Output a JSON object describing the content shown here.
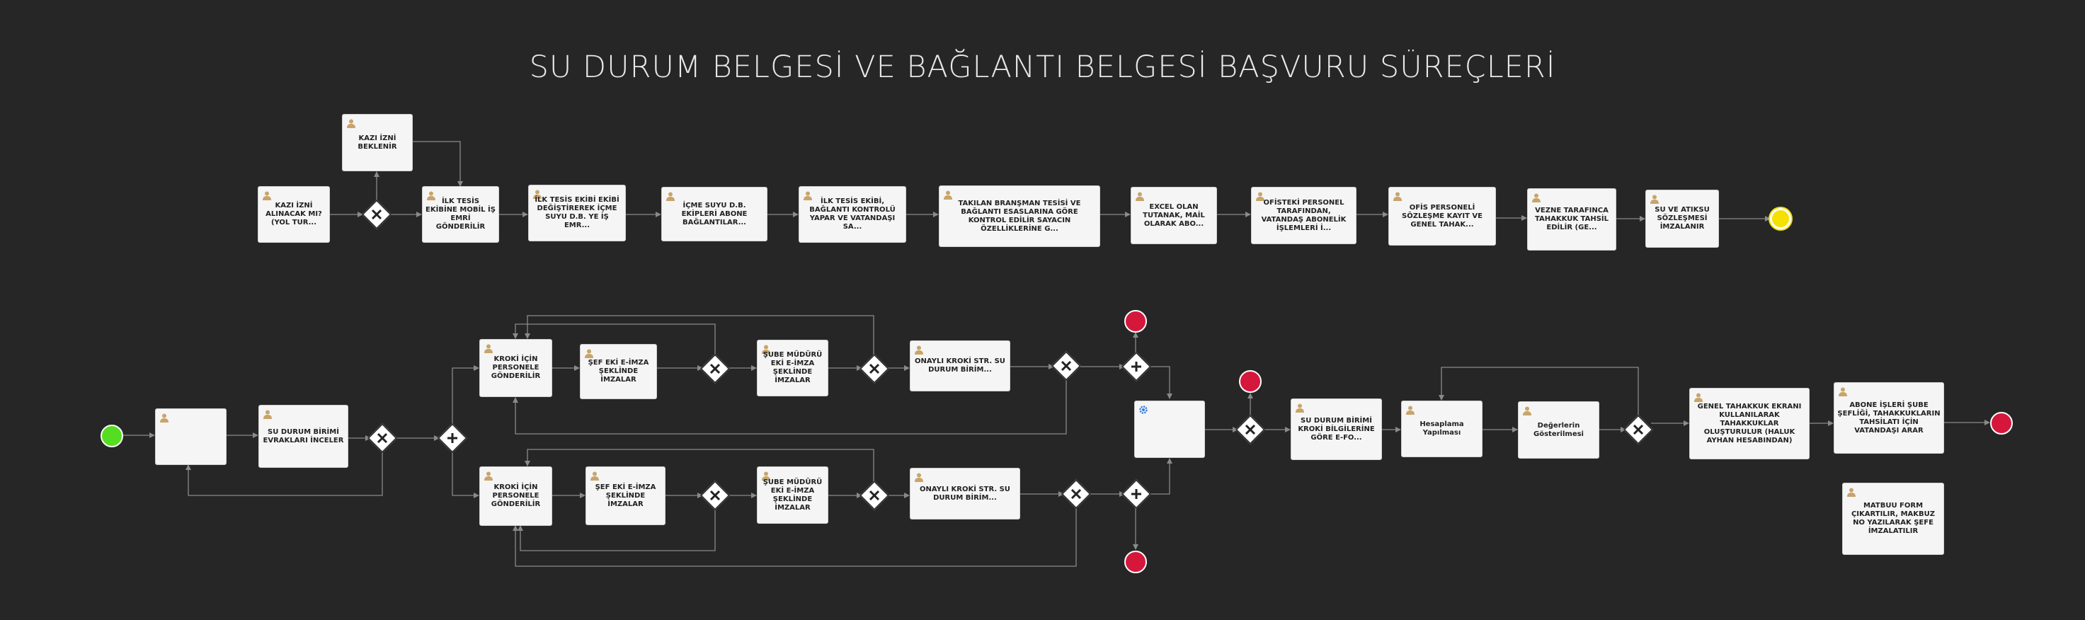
{
  "title": "SU DURUM BELGESİ VE BAĞLANTI BELGESİ BAŞVURU SÜREÇLERİ",
  "colors": {
    "background": "#262626",
    "task_fill": "#f5f5f5",
    "start_event": "#55dd22",
    "end_event": "#d4173b",
    "intermediate_event": "#f5e000",
    "connector": "#8a8a8a",
    "user_icon": "#c8a46b",
    "service_icon": "#3b7dd8"
  },
  "tasks": {
    "kazi_izni_beklenir": "KAZI İZNİ BEKLENİR",
    "kazi_izni_alinacak_mi": "KAZI İZNİ ALINACAK MI? (YOL TUR...",
    "ilk_tesis_mobil_is_emri": "İLK TESİS EKİBİNE MOBİL İŞ EMRİ GÖNDERİLİR",
    "ilk_tesis_icme_suyu": "İLK TESİS EKİBİ EKİBİ DEĞİŞTİREREK İÇME SUYU D.B. YE İŞ EMR...",
    "icme_suyu_abone_baglantilar": "İÇME SUYU D.B. EKİPLERİ ABONE BAĞLANTILAR...",
    "ilk_tesis_kontrolu": "İLK TESİS EKİBİ, BAĞLANTI KONTROLÜ YAPAR VE VATANDAŞI SA...",
    "takilan_bransman": "TAKILAN BRANŞMAN TESİSİ VE BAĞLANTI ESASLARINA GÖRE KONTROL EDİLİR SAYACIN ÖZELLİKLERİNE G...",
    "excel_olarak_tutanak": "EXCEL OLAN TUTANAK, MAİL OLARAK ABO...",
    "ofisteki_personel": "OFİSTEKİ PERSONEL TARAFINDAN, VATANDAŞ ABONELİK İŞLEMLERİ İ...",
    "ofis_personeli_sozlesme": "OFİS PERSONELİ SÖZLEŞME KAYIT VE GENEL TAHAK...",
    "vezne_tarafinca": "VEZNE TARAFINCA TAHAKKUK TAHSİL EDİLİR (GE...",
    "su_ve_atiksu_sozlesmesi": "SU VE ATIKSU SÖZLEŞMESİ İMZALANIR",
    "blank_task": "",
    "su_durum_birimi_evraklari": "SU DURUM BİRİMİ EVRAKLARI İNCELER",
    "kroki_personele_1": "KROKİ İÇİN PERSONELE GÖNDERİLİR",
    "sef_eki_eimza_1": "ŞEF EKİ E-İMZA ŞEKLİNDE İMZALAR",
    "sube_muduru_1": "ŞUBE MÜDÜRÜ EKİ E-İMZA ŞEKLİNDE İMZALAR",
    "onayli_kroki_1": "ONAYLI KROKİ STR. SU DURUM BİRİM...",
    "kroki_personele_2": "KROKİ İÇİN PERSONELE GÖNDERİLİR",
    "sef_eki_eimza_2": "ŞEF EKİ E-İMZA ŞEKLİNDE İMZALAR",
    "sube_muduru_2": "ŞUBE MÜDÜRÜ EKİ E-İMZA ŞEKLİNDE İMZALAR",
    "onayli_kroki_2": "ONAYLI KROKİ STR. SU DURUM BİRİM...",
    "service_task": "",
    "su_durum_kroki_bilgileri": "SU DURUM BİRİMİ KROKİ BİLGİLERİNE GÖRE E-FO...",
    "hesaplama_yapilmasi": "Hesaplama Yapılması",
    "degerlerin_gosterilmesi": "Değerlerin Gösterilmesi",
    "genel_tahakkuk_ekrani": "GENEL TAHAKKUK EKRANI KULLANILARAK TAHAKKUKLAR OLUŞTURULUR (HALUK AYHAN HESABINDAN)",
    "abone_isleri": "ABONE İŞLERİ ŞUBE ŞEFLİĞİ, TAHAKKUKLARIN TAHSİLATI İÇİN VATANDAŞI ARAR",
    "matbuu_form": "MATBUU FORM ÇIKARTILIR, MAKBUZ NO YAZILARAK ŞEFE İMZALATILIR"
  }
}
